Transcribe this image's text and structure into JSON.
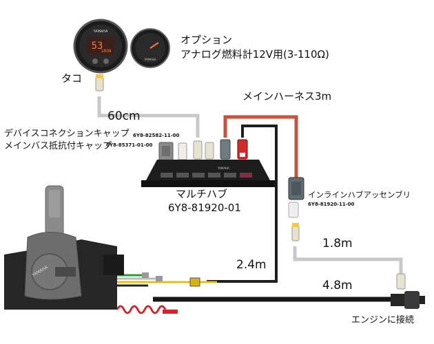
{
  "labels": {
    "tacho": "タコ",
    "option": "オプション",
    "fuel_gauge": "アナログ燃料計12V用(3-110Ω)",
    "main_harness": "メインハーネス3m",
    "device_cap": "デバイスコネクションキャップ",
    "resistor_cap": "メインバス抵抗付キャップ",
    "device_cap_part": "6Y8-82582-11-00",
    "resistor_cap_part": "6Y8-85371-01-00",
    "multi_hub": "マルチハブ",
    "multi_hub_part": "6Y8-81920-01",
    "inline_hub": "インラインハブアッセンブリ",
    "inline_hub_part": "6Y8-81920-11-00",
    "len_60": "60cm",
    "len_18": "1.8m",
    "len_24": "2.4m",
    "len_48": "4.8m",
    "engine": "エンジンに接続",
    "meter_brand": "YAMAHA",
    "gauge_brand": "YAMAHA",
    "control_brand": "YAMAHA",
    "hub_brand": "YAMAHA"
  },
  "tacho_display": {
    "value": "53",
    "sub": "1808"
  },
  "colors": {
    "main_harness": "#c4523d",
    "hub_body": "#1b1b1b",
    "cable_gray": "#bfbfbf",
    "cable_black": "#1e1e1e"
  }
}
